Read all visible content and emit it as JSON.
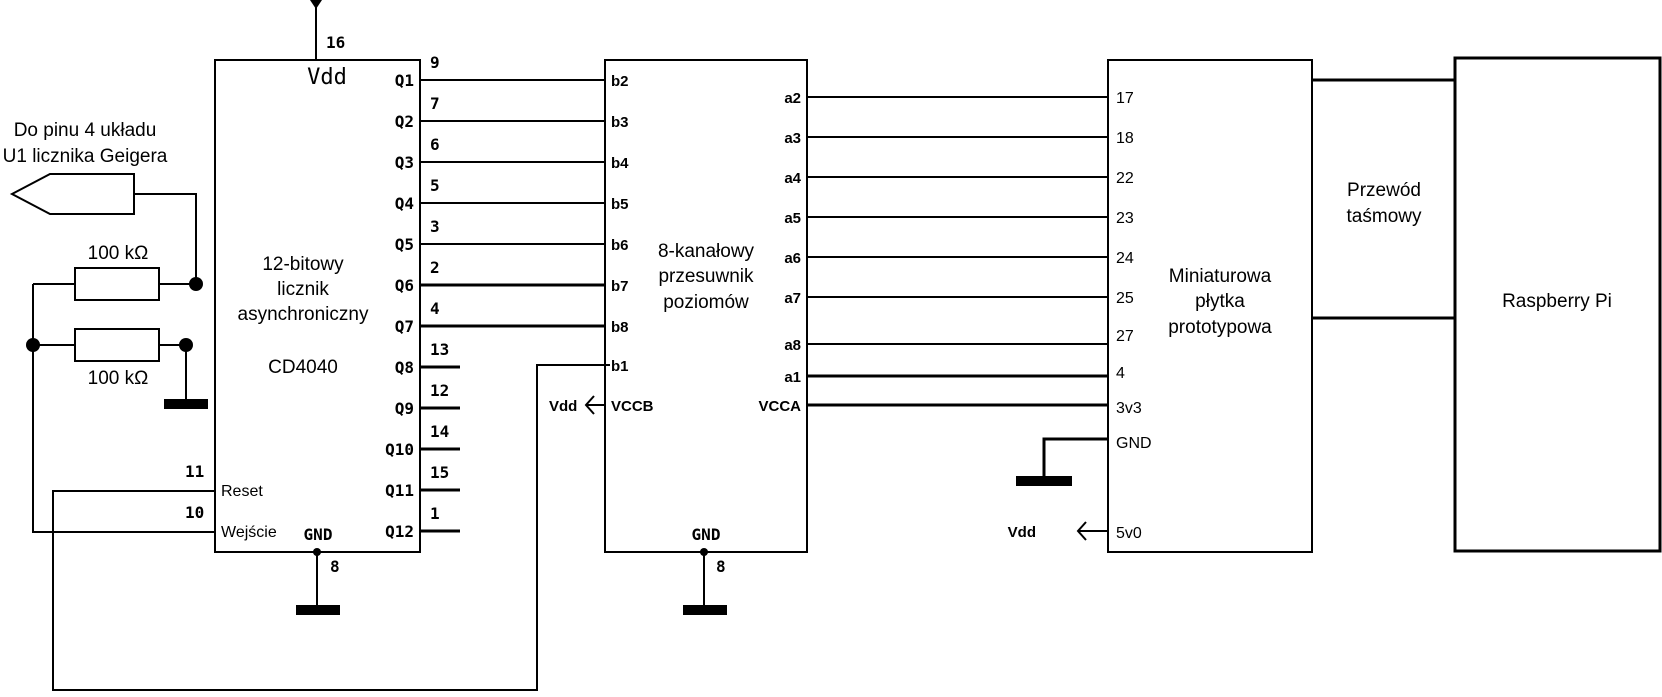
{
  "note": {
    "line1": "Do pinu 4 układu",
    "line2": "U1 licznika Geigera"
  },
  "resistors": {
    "r1": "100 kΩ",
    "r2": "100 kΩ"
  },
  "counter": {
    "desc1": "12-bitowy",
    "desc2": "licznik",
    "desc3": "asynchroniczny",
    "part": "CD4040",
    "vdd_label": "Vdd",
    "vdd_pin": "16",
    "gnd_label": "GND",
    "gnd_pin": "8",
    "reset_label": "Reset",
    "reset_pin": "11",
    "input_label": "Wejście",
    "input_pin": "10",
    "outputs": [
      {
        "name": "Q1",
        "pin": "9"
      },
      {
        "name": "Q2",
        "pin": "7"
      },
      {
        "name": "Q3",
        "pin": "6"
      },
      {
        "name": "Q4",
        "pin": "5"
      },
      {
        "name": "Q5",
        "pin": "3"
      },
      {
        "name": "Q6",
        "pin": "2"
      },
      {
        "name": "Q7",
        "pin": "4"
      },
      {
        "name": "Q8",
        "pin": "13"
      },
      {
        "name": "Q9",
        "pin": "12"
      },
      {
        "name": "Q10",
        "pin": "14"
      },
      {
        "name": "Q11",
        "pin": "15"
      },
      {
        "name": "Q12",
        "pin": "1"
      }
    ]
  },
  "shifter": {
    "desc1": "8-kanałowy",
    "desc2": "przesuwnik",
    "desc3": "poziomów",
    "b_pins": [
      "b2",
      "b3",
      "b4",
      "b5",
      "b6",
      "b7",
      "b8",
      "b1"
    ],
    "a_pins": [
      "a2",
      "a3",
      "a4",
      "a5",
      "a6",
      "a7",
      "a8",
      "a1"
    ],
    "vccb": "VCCB",
    "vcca": "VCCA",
    "vdd": "Vdd",
    "gnd_label": "GND",
    "gnd_pin": "8"
  },
  "board": {
    "desc1": "Miniaturowa",
    "desc2": "płytka",
    "desc3": "prototypowa",
    "pins": [
      "17",
      "18",
      "22",
      "23",
      "24",
      "25",
      "27",
      "4",
      "3v3",
      "GND",
      "5v0"
    ],
    "vdd": "Vdd"
  },
  "cable": {
    "line1": "Przewód",
    "line2": "taśmowy"
  },
  "pi": {
    "label": "Raspberry Pi"
  }
}
